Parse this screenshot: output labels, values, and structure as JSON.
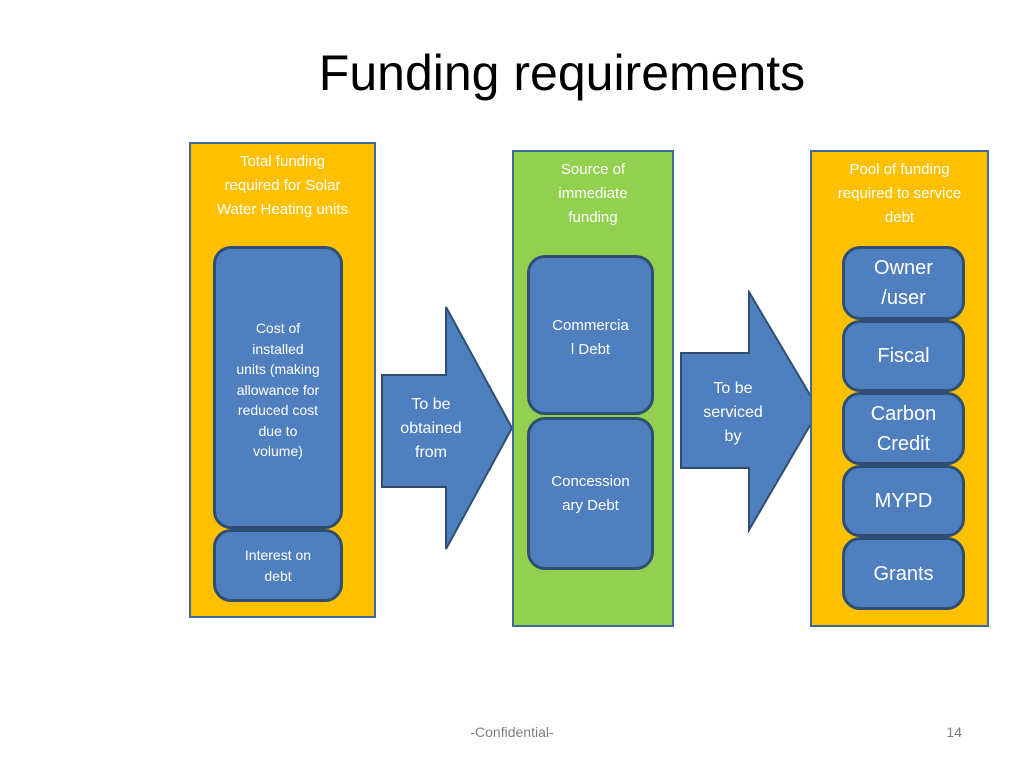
{
  "slide": {
    "title": "Funding requirements",
    "footer": "-Confidential-",
    "page_number": "14"
  },
  "panels": {
    "total": {
      "title": "Total funding\nrequired for Solar\nWater Heating units",
      "boxes": {
        "cost": "Cost of\ninstalled\nunits (making\nallowance for\nreduced cost\ndue to\nvolume)",
        "interest": "Interest on\ndebt"
      }
    },
    "source": {
      "title": "Source of\nimmediate\nfunding",
      "boxes": {
        "commercial": "Commercia\nl Debt",
        "concessionary": "Concession\nary Debt"
      }
    },
    "pool": {
      "title": "Pool of funding\nrequired to service\ndebt",
      "boxes": {
        "owner": "Owner\n/user",
        "fiscal": "Fiscal",
        "carbon": "Carbon\nCredit",
        "mypd": "MYPD",
        "grants": "Grants"
      }
    }
  },
  "arrows": {
    "obtained": "To be\nobtained\nfrom",
    "serviced": "To be\nserviced\nby"
  },
  "colors": {
    "orange_panel": "#ffc000",
    "green_panel": "#92d050",
    "box_fill": "#4f7fbf",
    "box_border": "#2f4f72",
    "arrow_fill": "#4f7fbf"
  }
}
